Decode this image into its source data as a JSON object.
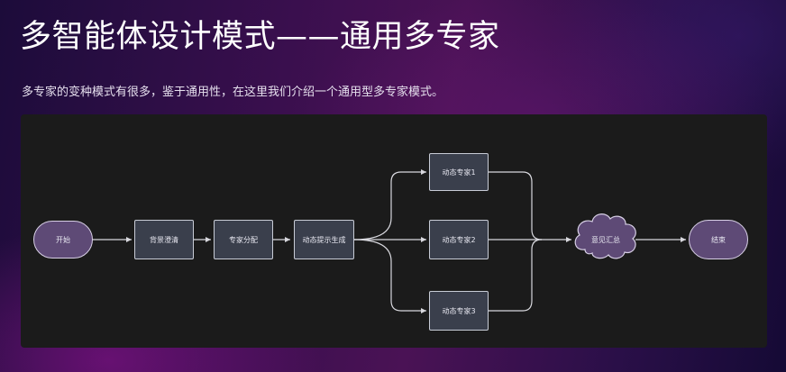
{
  "header": {
    "title": "多智能体设计模式——通用多专家",
    "subtitle": "多专家的变种模式有很多，鉴于通用性，在这里我们介绍一个通用型多专家模式。"
  },
  "diagram": {
    "nodes": {
      "start": "开始",
      "background_clarify": "背景澄清",
      "expert_assign": "专家分配",
      "dynamic_prompt_gen": "动态提示生成",
      "expert1": "动态专家1",
      "expert2": "动态专家2",
      "expert3": "动态专家3",
      "summary": "意见汇总",
      "end": "结束"
    },
    "colors": {
      "panel": "#1b1b1b",
      "rect_fill": "#3a3f4c",
      "pill_fill": "#5e4a76",
      "stroke": "#c8ccd6"
    }
  }
}
